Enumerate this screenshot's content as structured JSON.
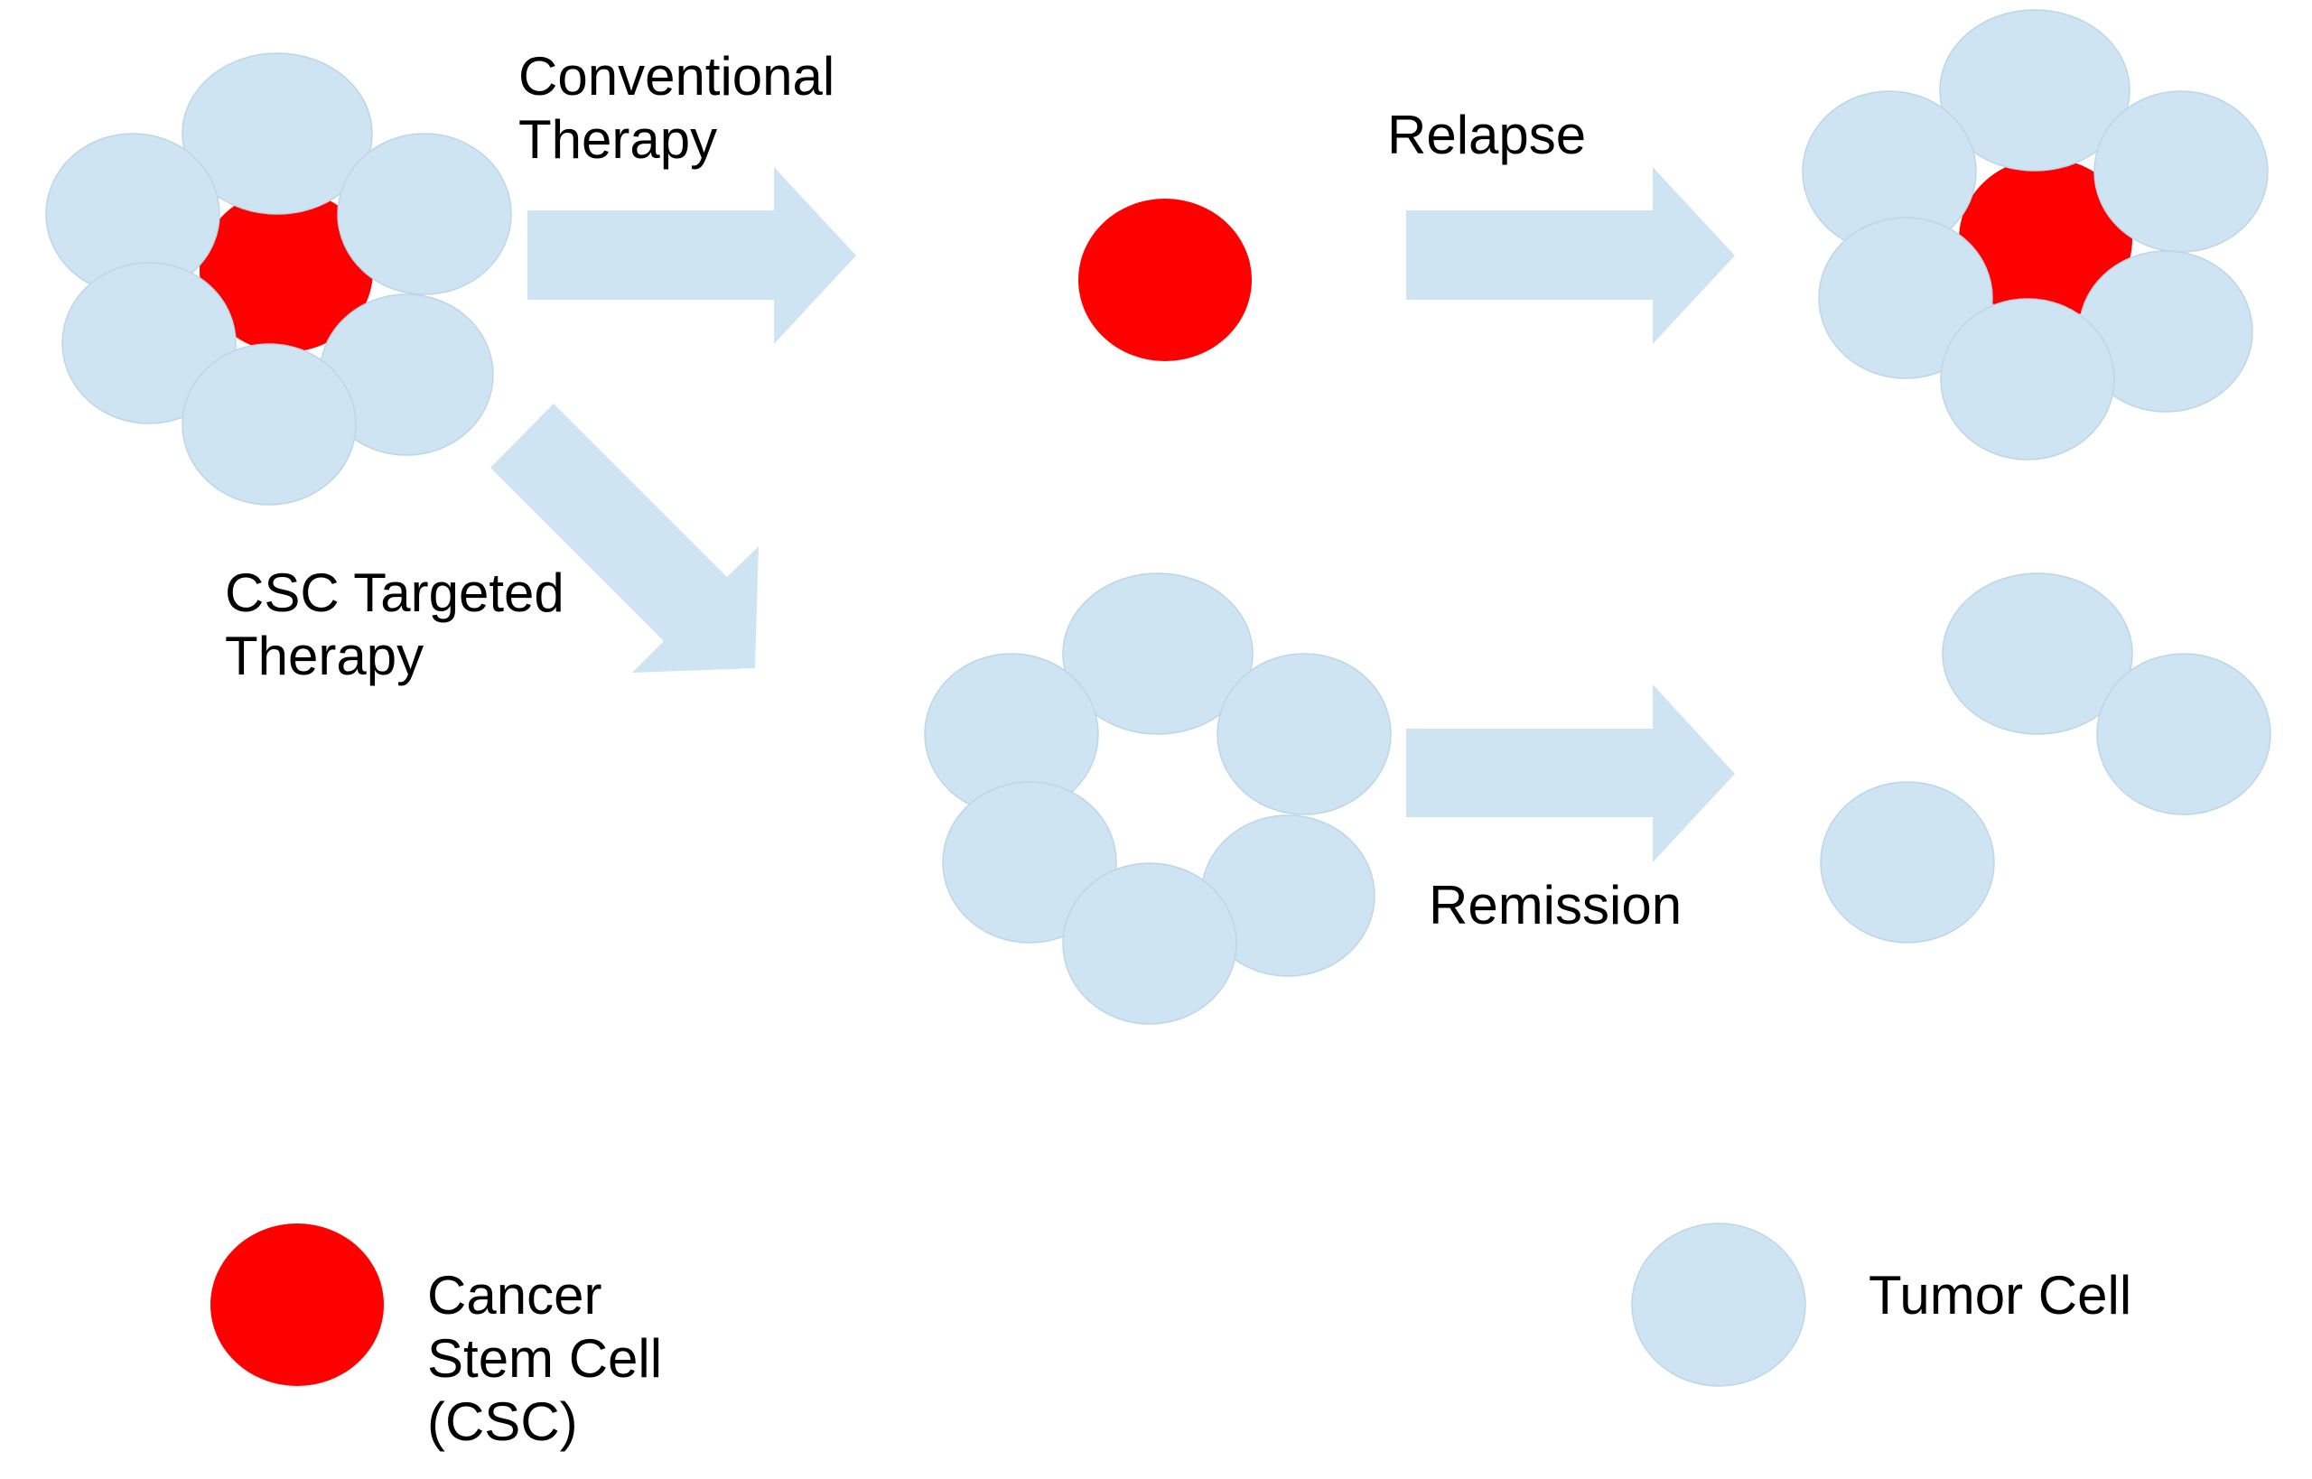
{
  "colors": {
    "tumor_cell": "#cfe4f2",
    "cancer_stem_cell": "#ff0000",
    "arrow": "#cfe4f2",
    "text": "#000000",
    "background": "#ffffff"
  },
  "labels": {
    "conventional_therapy": [
      "Conventional",
      "Therapy"
    ],
    "relapse": "Relapse",
    "csc_targeted_therapy": [
      "CSC Targeted",
      "Therapy"
    ],
    "remission": "Remission"
  },
  "legend": {
    "csc_label": [
      "Cancer",
      "Stem Cell",
      "(CSC)"
    ],
    "tumor_label": "Tumor Cell"
  }
}
